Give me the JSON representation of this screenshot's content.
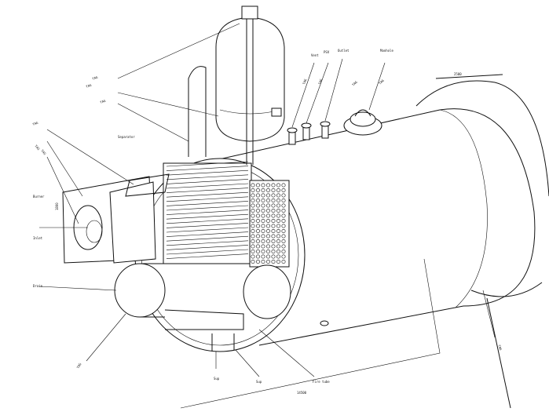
{
  "labels": {
    "top_nozzle_1": "Vent",
    "top_nozzle_2": "PSV",
    "top_nozzle_3": "Outlet",
    "top_nozzle_4": "Manhole",
    "end_dimension": "2500",
    "overall_length": "14500",
    "left_dimension": "1800",
    "left_item_1": "Burner",
    "left_item_2": "Inlet",
    "left_item_3": "Drain",
    "bottom_item_1": "Sup",
    "bottom_item_2": "Sup",
    "bottom_item_3": "Fire tube",
    "vessel_note": "Separator"
  },
  "callouts": {
    "c1": "TAG",
    "c2": "TAG",
    "c3": "TAG",
    "c4": "TAG",
    "c5": "TAG",
    "c6": "TAG",
    "c7": "TAG",
    "c8": "TAG",
    "c9": "TAG",
    "c10": "TAG",
    "c11": "TAG",
    "c12": "TAG"
  }
}
